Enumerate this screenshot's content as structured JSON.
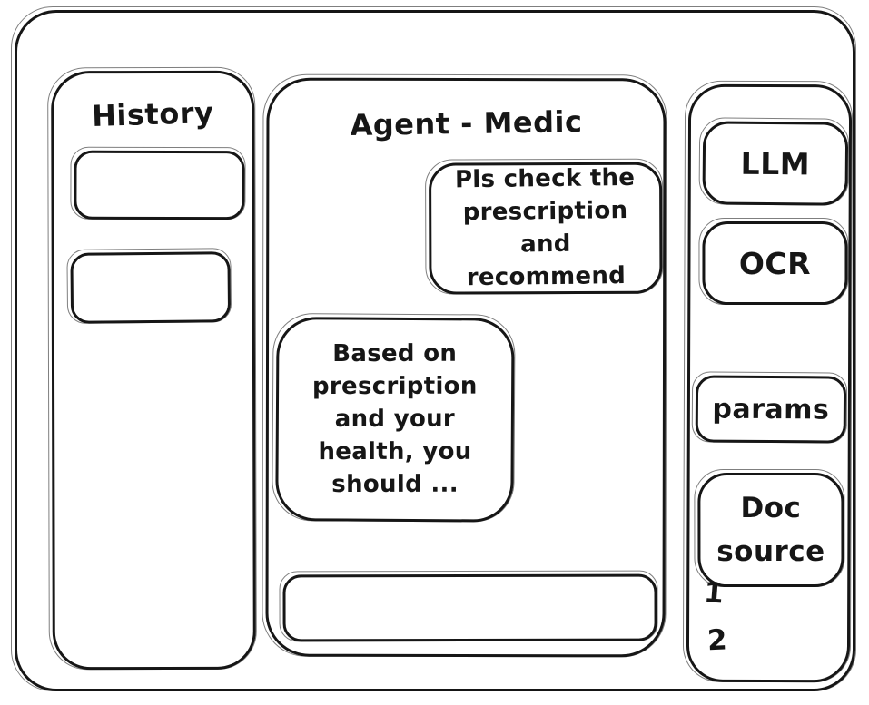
{
  "colors": {
    "ink": "#161616",
    "background": "#ffffff"
  },
  "history_panel": {
    "title": "History",
    "items": [
      {
        "label": ""
      },
      {
        "label": ""
      }
    ]
  },
  "chat_panel": {
    "title": "Agent - Medic",
    "messages": [
      {
        "role": "user",
        "text": "Pls check the prescription and recommend"
      },
      {
        "role": "assistant",
        "text": "Based on prescription and your health, you should ..."
      }
    ],
    "input": {
      "value": "",
      "placeholder": ""
    }
  },
  "tools_panel": {
    "buttons": [
      {
        "label": "LLM"
      },
      {
        "label": "OCR"
      },
      {
        "label": "params"
      },
      {
        "label": "Doc source"
      }
    ],
    "doc_source_items": [
      "1",
      "2"
    ]
  }
}
